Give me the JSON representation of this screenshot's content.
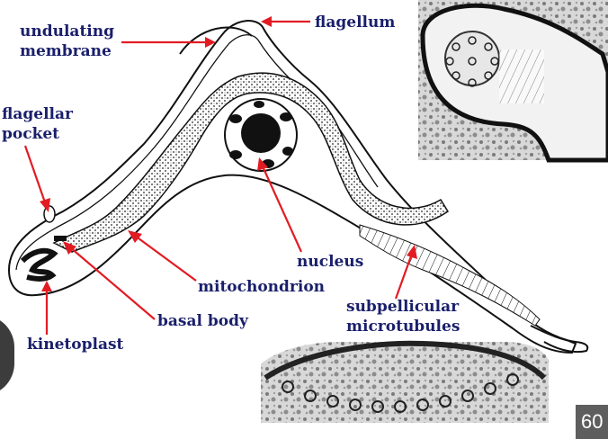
{
  "labels": {
    "undulating_membrane_1": "undulating",
    "undulating_membrane_2": "membrane",
    "flagellum": "flagellum",
    "flagellar_pocket_1": "flagellar",
    "flagellar_pocket_2": "pocket",
    "nucleus": "nucleus",
    "mitochondrion": "mitochondrion",
    "basal_body": "basal body",
    "kinetoplast": "kinetoplast",
    "subpellicular_1": "subpellicular",
    "subpellicular_2": "microtubules"
  },
  "slide_number": "60",
  "colors": {
    "label": "#1a1f6b",
    "arrow": "#e21b23"
  }
}
